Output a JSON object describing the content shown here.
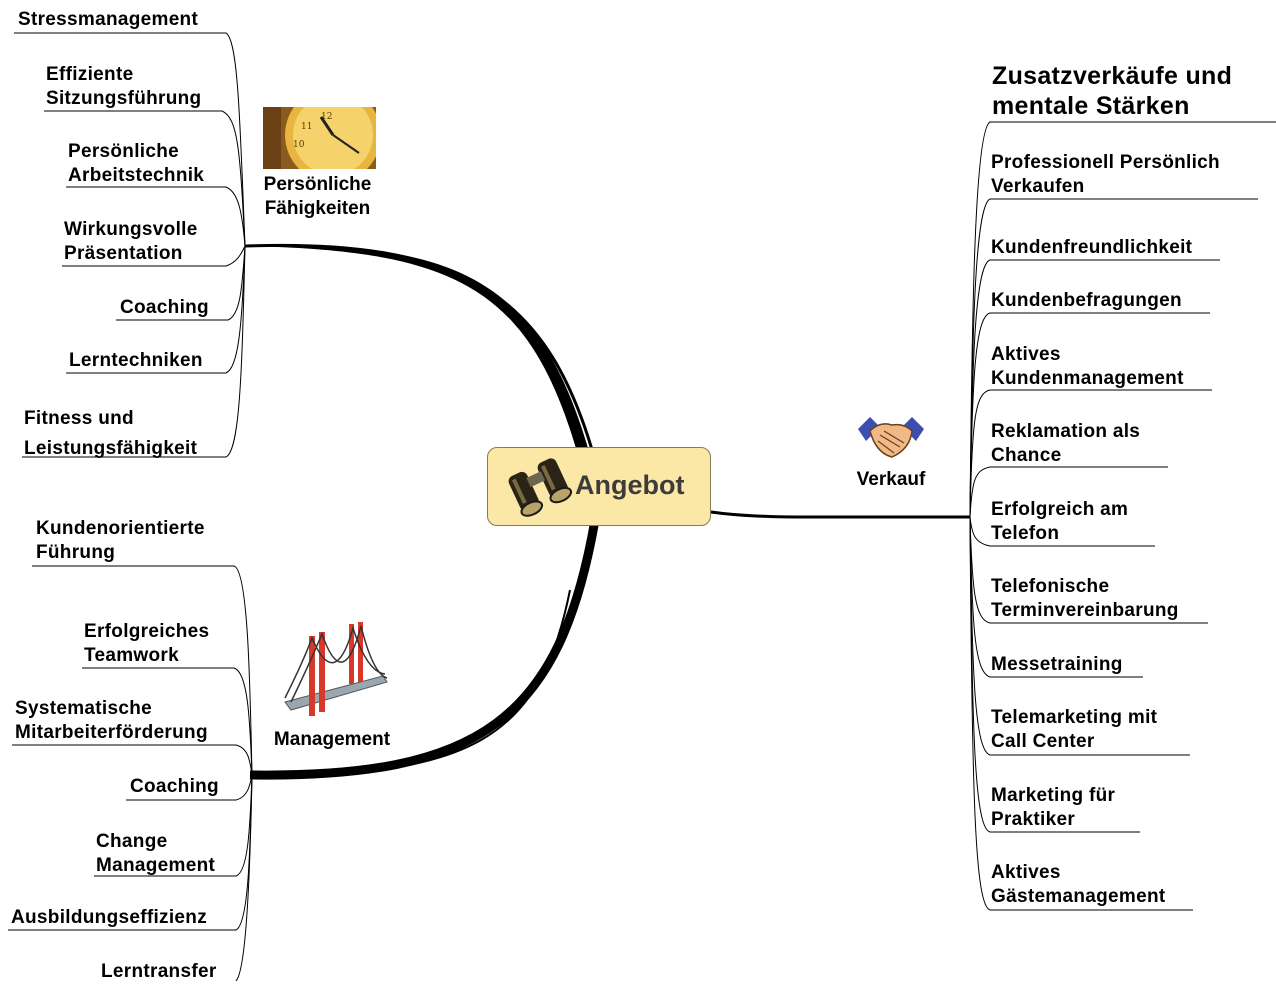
{
  "center": {
    "label": "Angebot",
    "icon": "binoculars-icon"
  },
  "branches": {
    "personal": {
      "label": "Persönliche\nFähigkeiten",
      "icon": "clock-icon"
    },
    "management": {
      "label": "Management",
      "icon": "bridge-icon"
    },
    "sales": {
      "label": "Verkauf",
      "icon": "handshake-icon"
    }
  },
  "personal_topics": [
    "Stressmanagement",
    "Effiziente\nSitzungsführung",
    "Persönliche\nArbeitstechnik",
    "Wirkungsvolle\nPräsentation",
    "Coaching",
    "Lerntechniken",
    "Fitness und\nLeistungsfähigkeit"
  ],
  "management_topics": [
    "Kundenorientierte\nFührung",
    "Erfolgreiches\nTeamwork",
    "Systematische\nMitarbeiterförderung",
    "Coaching",
    "Change\nManagement",
    "Ausbildungseffizienz",
    "Lerntransfer"
  ],
  "sales_topics": [
    "Zusatzverkäufe und\nmentale Stärken",
    "Professionell Persönlich\nVerkaufen",
    "Kundenfreundlichkeit",
    "Kundenbefragungen",
    "Aktives\nKundenmanagement",
    "Reklamation als\nChance",
    "Erfolgreich am\nTelefon",
    "Telefonische\nTerminvereinbarung",
    "Messetraining",
    "Telemarketing mit\nCall Center",
    "Marketing für\nPraktiker",
    "Aktives\nGästemanagement"
  ]
}
